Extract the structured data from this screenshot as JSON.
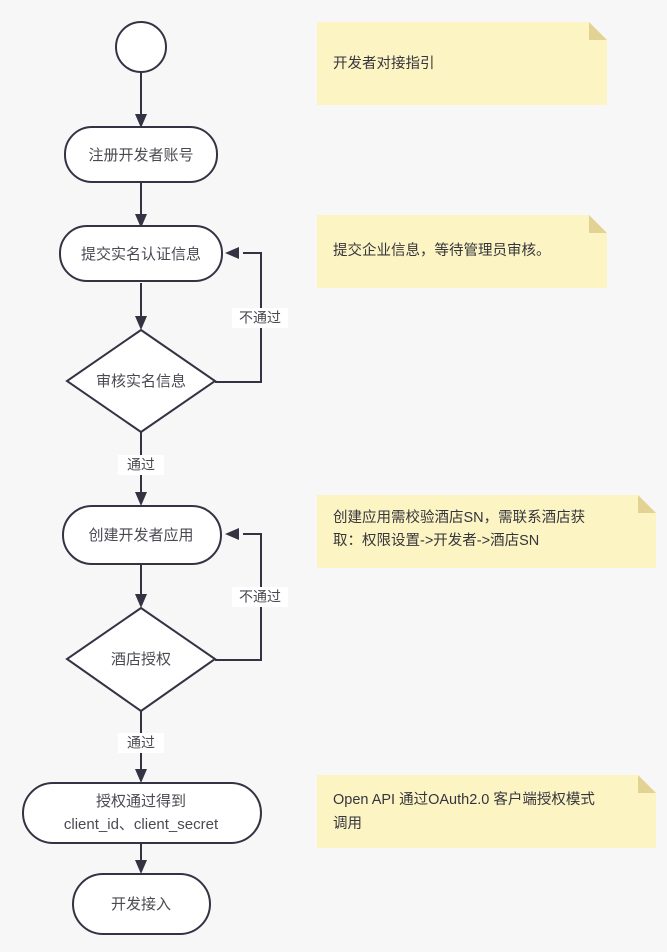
{
  "diagram": {
    "type": "flowchart",
    "title": "开发者对接指引",
    "background_color": "#f7f7f7",
    "node_fill": "#ffffff",
    "node_stroke": "#333344",
    "note_fill": "#fdf4c3",
    "note_fold_color": "#e2d293",
    "text_color": "#4a4a52",
    "nodes": [
      {
        "id": "start",
        "shape": "circle",
        "label": ""
      },
      {
        "id": "register",
        "shape": "stadium",
        "label": "注册开发者账号"
      },
      {
        "id": "submit",
        "shape": "stadium",
        "label": "提交实名认证信息"
      },
      {
        "id": "review",
        "shape": "diamond",
        "label": "审核实名信息"
      },
      {
        "id": "createapp",
        "shape": "stadium",
        "label": "创建开发者应用"
      },
      {
        "id": "auth",
        "shape": "diamond",
        "label": "酒店授权"
      },
      {
        "id": "credential",
        "shape": "stadium",
        "label_line1": "授权通过得到",
        "label_line2": "client_id、client_secret"
      },
      {
        "id": "develop",
        "shape": "stadium",
        "label": "开发接入"
      }
    ],
    "edges": [
      {
        "from": "start",
        "to": "register",
        "label": ""
      },
      {
        "from": "register",
        "to": "submit",
        "label": ""
      },
      {
        "from": "submit",
        "to": "review",
        "label": ""
      },
      {
        "from": "review",
        "to": "submit",
        "label": "不通过"
      },
      {
        "from": "review",
        "to": "createapp",
        "label": "通过"
      },
      {
        "from": "createapp",
        "to": "auth",
        "label": ""
      },
      {
        "from": "auth",
        "to": "createapp",
        "label": "不通过"
      },
      {
        "from": "auth",
        "to": "credential",
        "label": "通过"
      },
      {
        "from": "credential",
        "to": "develop",
        "label": ""
      }
    ],
    "notes": [
      {
        "id": "note-guide",
        "text_line1": "开发者对接指引",
        "text_line2": ""
      },
      {
        "id": "note-submit",
        "text_line1": "提交企业信息，等待管理员审核。",
        "text_line2": ""
      },
      {
        "id": "note-createapp",
        "text_line1": "创建应用需校验酒店SN，需联系酒店获",
        "text_line2": "取：权限设置->开发者->酒店SN"
      },
      {
        "id": "note-credential",
        "text_line1": "Open API 通过OAuth2.0 客户端授权模式",
        "text_line2": "调用"
      }
    ]
  }
}
